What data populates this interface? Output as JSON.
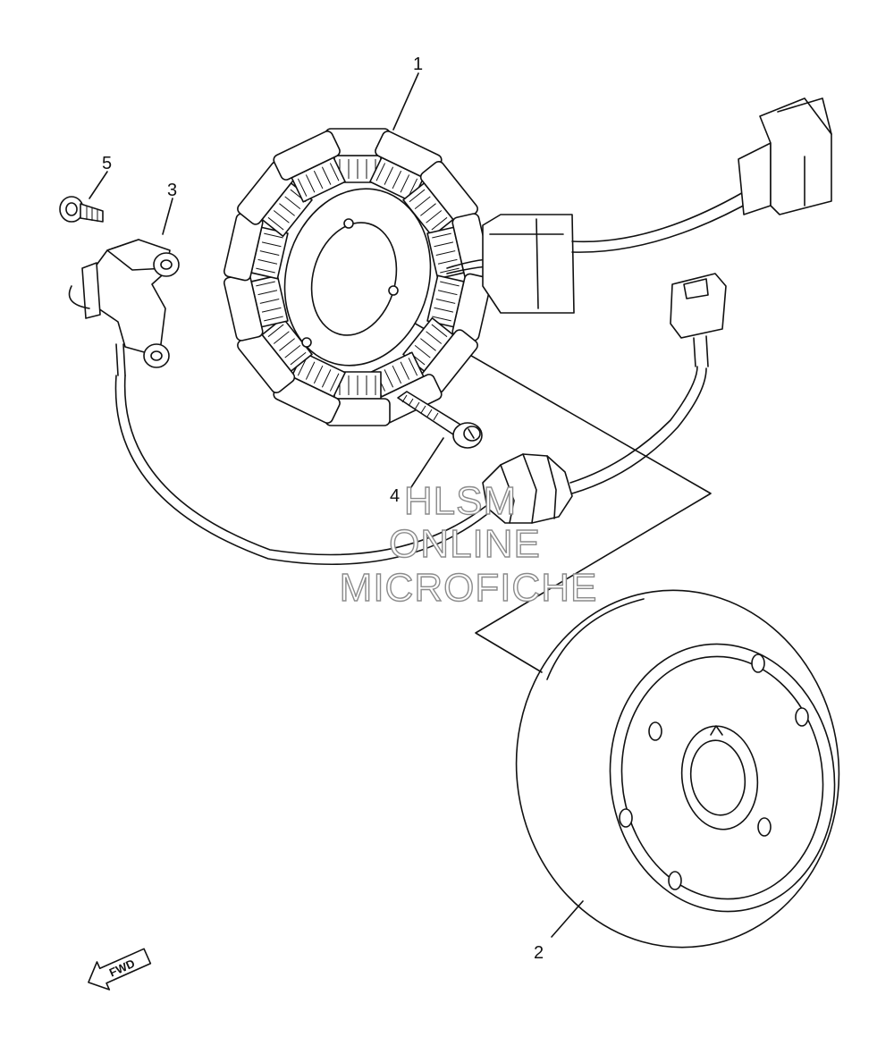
{
  "diagram": {
    "parts": [
      {
        "number": "1",
        "id": "stator-assembly"
      },
      {
        "number": "2",
        "id": "rotor-flywheel"
      },
      {
        "number": "3",
        "id": "pickup-coil"
      },
      {
        "number": "4",
        "id": "stator-screw"
      },
      {
        "number": "5",
        "id": "pickup-bolt"
      }
    ],
    "watermark": {
      "line1": "HLSM",
      "line2": "ONLINE",
      "line3": "MICROFICHE"
    },
    "direction_label": "FWD"
  }
}
